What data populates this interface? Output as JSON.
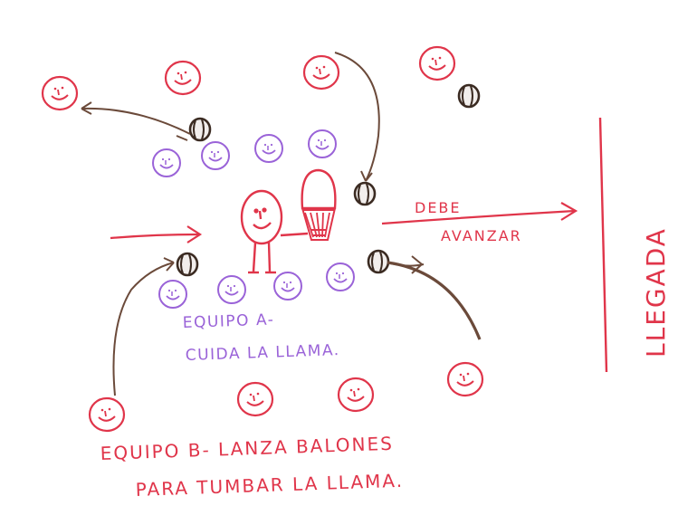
{
  "labels": {
    "debe_line1": "DEBE",
    "debe_line2": "AVANZAR",
    "equipo_a_line1": "EQUIPO A-",
    "equipo_a_line2": "CUIDA LA LLAMA.",
    "equipo_b_line1": "EQUIPO B- LANZA BALONES",
    "equipo_b_line2": "PARA TUMBAR LA LLAMA.",
    "llegada": "LLEGADA"
  },
  "colors": {
    "team_b": "#e0354a",
    "team_a": "#9a63d8",
    "ball": "#3b2b22",
    "trajectory": "#6b4a3a",
    "finish_line": "#e0354a",
    "player": "#e0354a"
  },
  "icons": {
    "team_b_member": "smiley-face-icon",
    "team_a_member": "smiley-face-icon",
    "ball": "ball-icon",
    "flame": "flame-icon",
    "player": "stick-figure-icon"
  }
}
